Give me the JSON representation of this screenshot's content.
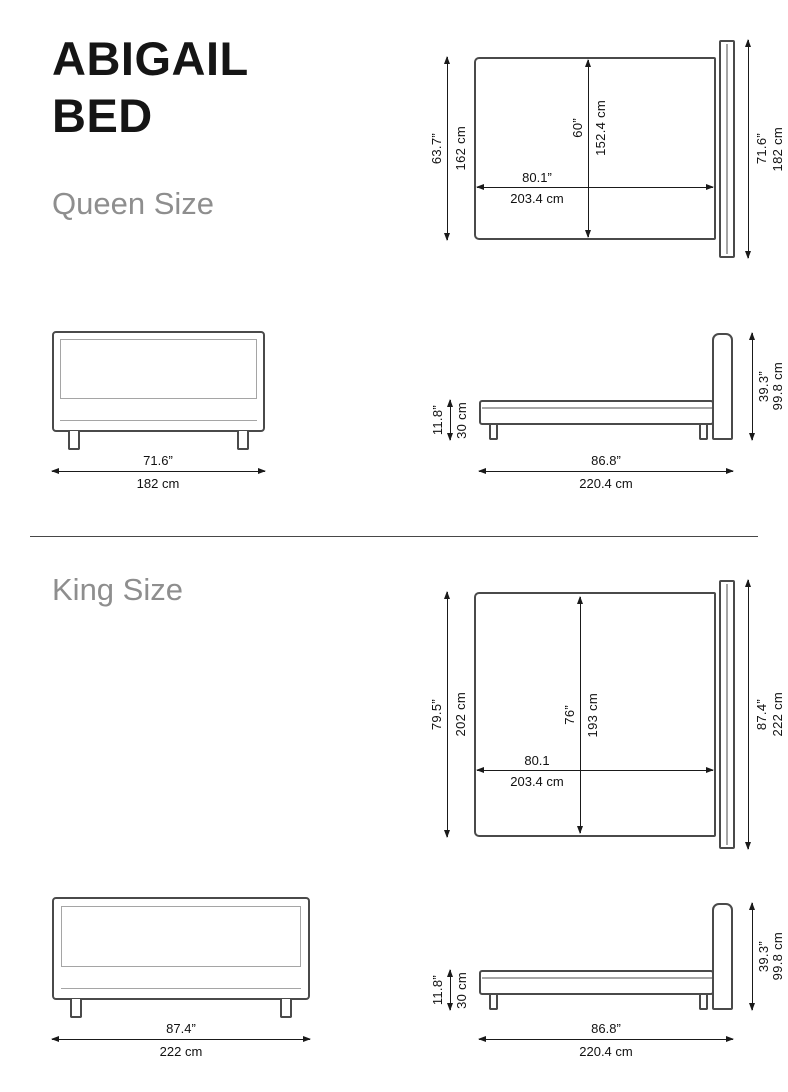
{
  "title": {
    "line1": "ABIGAIL",
    "line2": "BED"
  },
  "queen": {
    "label": "Queen Size",
    "top": {
      "depth_in": "63.7”",
      "depth_cm": "162 cm",
      "mattress_depth_in": "60”",
      "mattress_depth_cm": "152.4 cm",
      "length_in": "80.1”",
      "length_cm": "203.4 cm",
      "headboard_in": "71.6”",
      "headboard_cm": "182 cm"
    },
    "front": {
      "width_in": "71.6”",
      "width_cm": "182 cm"
    },
    "side": {
      "base_in": "11.8”",
      "base_cm": "30 cm",
      "height_in": "39.3”",
      "height_cm": "99.8 cm",
      "length_in": "86.8”",
      "length_cm": "220.4 cm"
    }
  },
  "king": {
    "label": "King Size",
    "top": {
      "depth_in": "79.5”",
      "depth_cm": "202 cm",
      "mattress_depth_in": "76”",
      "mattress_depth_cm": "193 cm",
      "length_in": "80.1",
      "length_cm": "203.4 cm",
      "headboard_in": "87.4”",
      "headboard_cm": "222 cm"
    },
    "front": {
      "width_in": "87.4”",
      "width_cm": "222 cm"
    },
    "side": {
      "base_in": "11.8”",
      "base_cm": "30 cm",
      "height_in": "39.3”",
      "height_cm": "99.8 cm",
      "length_in": "86.8”",
      "length_cm": "220.4 cm"
    }
  }
}
